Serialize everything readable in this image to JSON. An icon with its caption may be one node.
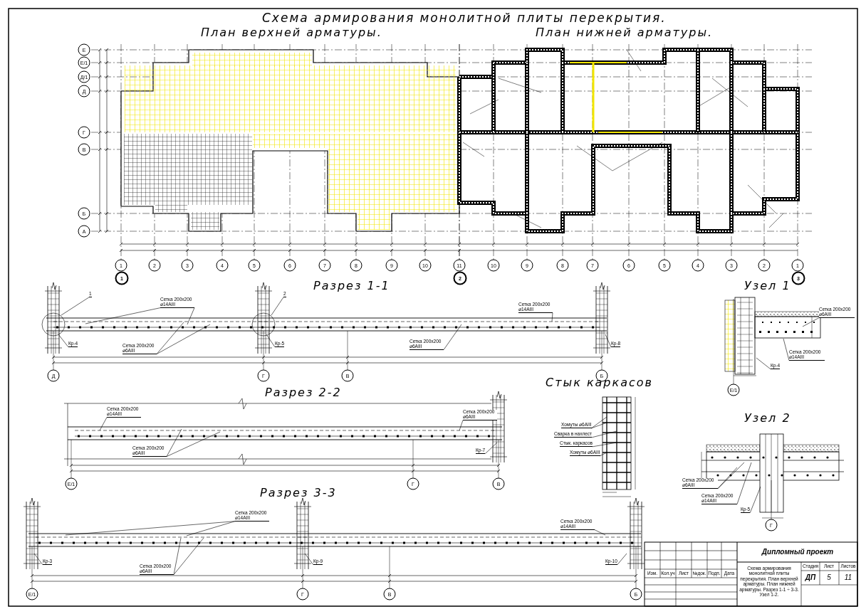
{
  "diagram": {
    "title": "Схема армирования монолитной плиты перекрытия.",
    "nodes": [
      {
        "text": [
          "Сетка 200х200 ⌀14AIII"
        ]
      },
      {
        "text": [
          "Сетка 200х200 ⌀6AIII"
        ]
      },
      {
        "text": [
          "Сетка 200х200 ⌀6AIII"
        ]
      },
      {
        "text": [
          "Сетка 200х200 ⌀14AIII"
        ]
      },
      {
        "text": [
          "Кр-4"
        ]
      },
      {
        "text": [
          "Кр-5"
        ]
      },
      {
        "text": [
          "Кр-8"
        ]
      },
      {
        "text": [
          "Сетка 200х200 ⌀14AIII"
        ]
      },
      {
        "text": [
          "Сетка 200х200 ⌀6AIII"
        ]
      },
      {
        "text": [
          "Сетка 200х200 ⌀6AIII"
        ]
      },
      {
        "text": [
          "Кр-7"
        ]
      },
      {
        "text": [
          "Сетка 200х200 ⌀14AIII"
        ]
      },
      {
        "text": [
          "Сетка 200х200 ⌀6AIII"
        ]
      },
      {
        "text": [
          "Сетка 200х200 ⌀14AIII"
        ]
      },
      {
        "text": [
          "Кр-3"
        ]
      },
      {
        "text": [
          "Кр-9"
        ]
      },
      {
        "text": [
          "Кр-10"
        ]
      },
      {
        "text": [
          "Сетка 200х200 ⌀6AIII"
        ]
      },
      {
        "text": [
          "Сетка 200х200 ⌀14AIII"
        ]
      },
      {
        "text": [
          "Кр-4"
        ]
      },
      {
        "text": [
          "Хомуты ⌀6АIII"
        ]
      },
      {
        "text": [
          "Сварка в нахлест"
        ]
      },
      {
        "text": [
          "Стык. каркасов"
        ]
      },
      {
        "text": [
          "Хомуты ⌀6АIII"
        ]
      },
      {
        "text": [
          "Сетка 200х200 ⌀6AIII"
        ]
      },
      {
        "text": [
          "Сетка 200х200 ⌀14AIII"
        ]
      },
      {
        "text": [
          "Кр-5"
        ]
      },
      {
        "text": [
          "1"
        ]
      },
      {
        "text": [
          "2"
        ]
      }
    ],
    "edges": [
      {
        "from": 0,
        "to": null,
        "arrow": "none"
      },
      {
        "from": 0,
        "to": null,
        "arrow": "none"
      },
      {
        "from": 1,
        "to": null,
        "arrow": "none"
      },
      {
        "from": 1,
        "to": null,
        "arrow": "none"
      },
      {
        "from": 2,
        "to": null,
        "arrow": "none"
      },
      {
        "from": 3,
        "to": null,
        "arrow": "none"
      },
      {
        "from": 4,
        "to": null,
        "arrow": "none"
      },
      {
        "from": 5,
        "to": null,
        "arrow": "none"
      },
      {
        "from": 6,
        "to": null,
        "arrow": "none"
      },
      {
        "from": 7,
        "to": null,
        "arrow": "none"
      },
      {
        "from": 8,
        "to": null,
        "arrow": "none"
      },
      {
        "from": 8,
        "to": null,
        "arrow": "none"
      },
      {
        "from": 9,
        "to": null,
        "arrow": "none"
      },
      {
        "from": 10,
        "to": null,
        "arrow": "none"
      },
      {
        "from": 11,
        "to": null,
        "arrow": "none"
      },
      {
        "from": 11,
        "to": null,
        "arrow": "none"
      },
      {
        "from": 12,
        "to": null,
        "arrow": "none"
      },
      {
        "from": 12,
        "to": null,
        "arrow": "none"
      },
      {
        "from": 13,
        "to": null,
        "arrow": "none"
      },
      {
        "from": 14,
        "to": null,
        "arrow": "none"
      },
      {
        "from": 15,
        "to": null,
        "arrow": "none"
      },
      {
        "from": 16,
        "to": null,
        "arrow": "none"
      },
      {
        "from": 17,
        "to": null,
        "arrow": "none"
      },
      {
        "from": 18,
        "to": null,
        "arrow": "none"
      },
      {
        "from": 19,
        "to": null,
        "arrow": "none"
      },
      {
        "from": 20,
        "to": null,
        "arrow": "none"
      },
      {
        "from": 20,
        "to": null,
        "arrow": "none"
      },
      {
        "from": 21,
        "to": null,
        "arrow": "none"
      },
      {
        "from": 22,
        "to": null,
        "arrow": "none"
      },
      {
        "from": 23,
        "to": null,
        "arrow": "none"
      },
      {
        "from": 24,
        "to": null,
        "arrow": "none"
      },
      {
        "from": 24,
        "to": null,
        "arrow": "none"
      },
      {
        "from": 25,
        "to": null,
        "arrow": "none"
      },
      {
        "from": 26,
        "to": null,
        "arrow": "none"
      },
      {
        "from": 27,
        "to": null,
        "arrow": "none"
      },
      {
        "from": 28,
        "to": null,
        "arrow": "none"
      }
    ],
    "labels": [
      "План верхней арматуры.",
      "План нижней арматуры.",
      "Е",
      "Е/1",
      "Д/1",
      "Д",
      "Г",
      "В",
      "Б",
      "А",
      "1",
      "2",
      "3",
      "4",
      "5",
      "6",
      "7",
      "8",
      "9",
      "10",
      "11",
      "1",
      "10",
      "9",
      "8",
      "7",
      "6",
      "5",
      "4",
      "3",
      "2",
      "1",
      "2",
      "3",
      "Разрез 1-1",
      "Д",
      "Г",
      "В",
      "Б",
      "Узел 1",
      "Е/1",
      "Стык каркасов",
      "Разрез 2-2",
      "Е/1",
      "Г",
      "В",
      "Узел 2",
      "Г",
      "Разрез 3-3",
      "Е/1",
      "Г",
      "В",
      "Б",
      "Изм.",
      "Кол.уч",
      "Лист",
      "№док.",
      "Подп.",
      "Дата",
      "Дипломный проект",
      "Стадия",
      "Лист",
      "Листов",
      "ДП",
      "5",
      "11",
      "Схема армирования монолитной плиты перекрытия. План верхней арматуры. План нижней арматуры. Разрез 1-1 ÷ 3-3. Узел 1-2."
    ]
  }
}
